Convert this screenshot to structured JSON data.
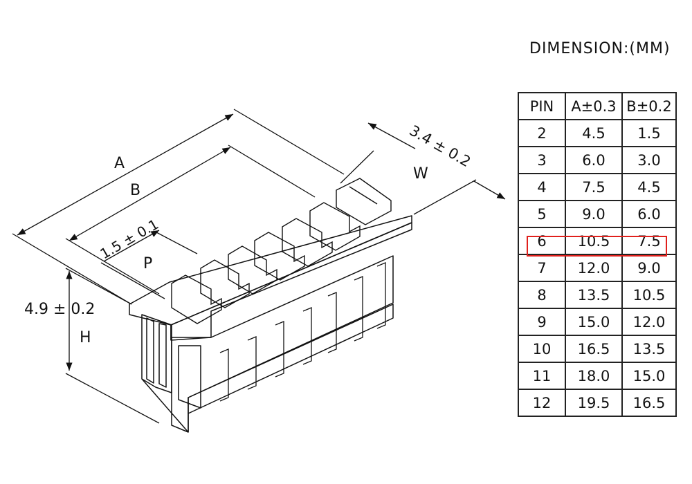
{
  "title": "DIMENSION:(MM)",
  "table": {
    "headers": [
      "PIN",
      "A±0.3",
      "B±0.2"
    ],
    "rows": [
      [
        "2",
        "4.5",
        "1.5"
      ],
      [
        "3",
        "6.0",
        "3.0"
      ],
      [
        "4",
        "7.5",
        "4.5"
      ],
      [
        "5",
        "9.0",
        "6.0"
      ],
      [
        "6",
        "10.5",
        "7.5"
      ],
      [
        "7",
        "12.0",
        "9.0"
      ],
      [
        "8",
        "13.5",
        "10.5"
      ],
      [
        "9",
        "15.0",
        "12.0"
      ],
      [
        "10",
        "16.5",
        "13.5"
      ],
      [
        "11",
        "18.0",
        "15.0"
      ],
      [
        "12",
        "19.5",
        "16.5"
      ]
    ],
    "highlighted_row": 4,
    "highlight_color": "#e0201c"
  },
  "labels": {
    "a": "A",
    "b": "B",
    "p_tol": "1.5 ± 0.1",
    "p": "P",
    "w_tol": "3.4 ± 0.2",
    "w": "W",
    "h_tol": "4.9 ± 0.2",
    "h": "H"
  }
}
